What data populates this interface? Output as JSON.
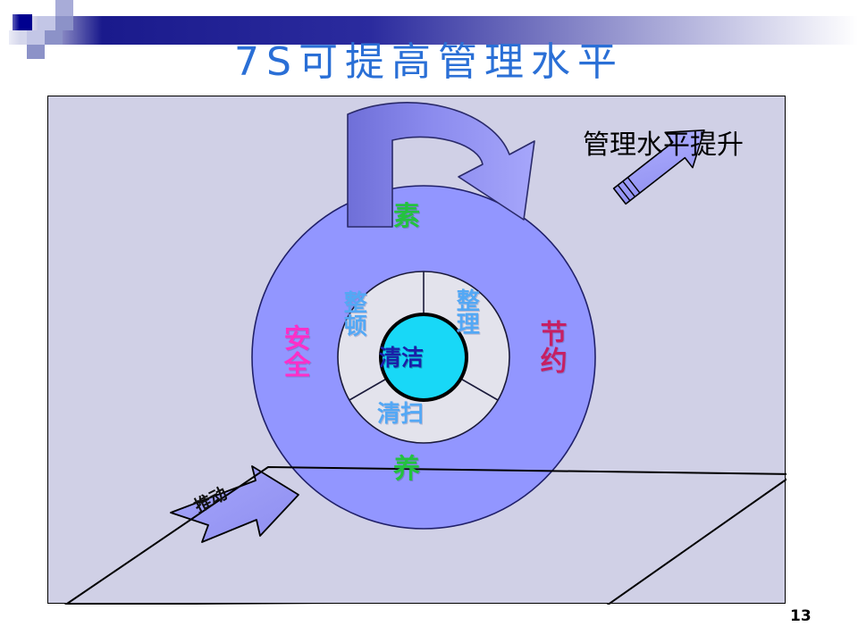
{
  "slide": {
    "title": "7S可提高管理水平",
    "page_number": "13",
    "title_color": "#2a6fd6",
    "frame_background": "#d0d0e6"
  },
  "header": {
    "band_color_dark": "#1a1a8c",
    "band_color_light": "#ffffff",
    "squares": [
      {
        "name": "square-dark-navy",
        "color": "#00008f"
      },
      {
        "name": "square-pale-1",
        "color": "#c3c6e6"
      },
      {
        "name": "square-pale-2",
        "color": "#a8acd8"
      },
      {
        "name": "square-mid",
        "color": "#8c92c8"
      },
      {
        "name": "square-light",
        "color": "#b7bbe0"
      }
    ]
  },
  "diagram": {
    "type": "concentric-7s-wheel",
    "outer_ring": {
      "name": "outer-ring",
      "fill": "#9296ff",
      "stroke": "#20206a",
      "labels": [
        {
          "id": "su",
          "text": "素",
          "position": "top",
          "color": "#23c23f"
        },
        {
          "id": "yang",
          "text": "养",
          "position": "bottom",
          "color": "#23c23f"
        },
        {
          "id": "anquan",
          "text": "安全",
          "position": "left",
          "color": "#ff2fc8"
        },
        {
          "id": "jieyue",
          "text": "节约",
          "position": "right",
          "color": "#c61f63"
        }
      ]
    },
    "inner_ring": {
      "name": "inner-ring",
      "fill": "#e2e2ea",
      "stroke": "#1a1a3a",
      "segments": 3,
      "labels": [
        {
          "id": "zhengdun",
          "text": "整顿",
          "position": "left",
          "color": "#53a8f5"
        },
        {
          "id": "zhengli",
          "text": "整理",
          "position": "right",
          "color": "#53a8f5"
        },
        {
          "id": "qingsao",
          "text": "清扫",
          "position": "bottom",
          "color": "#53a8f5"
        }
      ]
    },
    "core": {
      "name": "core-circle",
      "text": "清洁",
      "fill": "#18d8f7",
      "stroke": "#000000",
      "text_color": "#1a1fa8"
    }
  },
  "annotations": {
    "top_arrow": {
      "name": "curved-arrow",
      "fill": "#9b9bf5",
      "stroke": "#2a2a6a"
    },
    "rising_arrow": {
      "name": "rising-arrow",
      "fill": "#9b9bf5",
      "stroke": "#000000"
    },
    "improve_label": {
      "text": "管理水平提升",
      "color": "#000000"
    },
    "promote_arrow": {
      "name": "promote-arrow",
      "fill": "#9b9bf5",
      "stroke": "#000000"
    },
    "promote_label": {
      "text": "推动",
      "color": "#111111"
    },
    "ramp": {
      "name": "ramp-parallelogram",
      "fill": "none",
      "stroke": "#000000"
    }
  }
}
